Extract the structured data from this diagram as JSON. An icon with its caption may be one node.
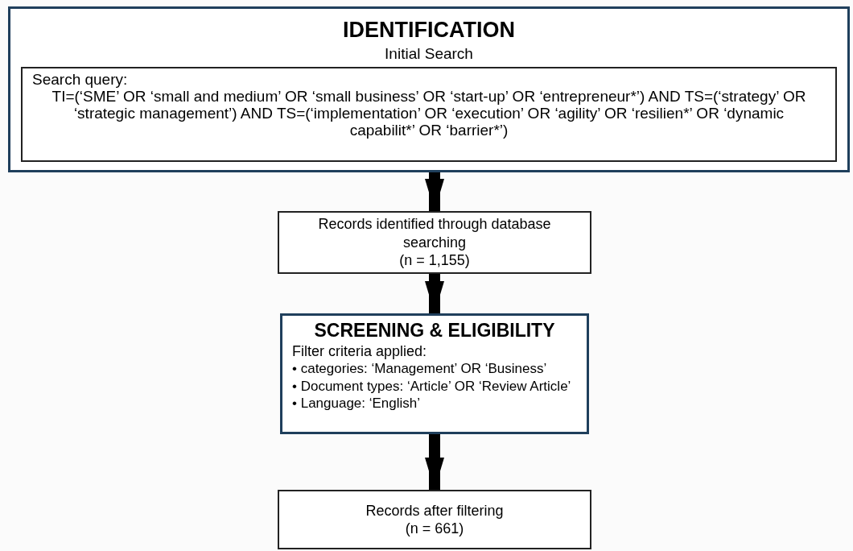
{
  "diagram": {
    "nodes": [
      {
        "text": [
          "IDENTIFICATION",
          "Initial Search"
        ]
      },
      {
        "text": [
          "Search query:",
          "TI=(‘SME’ OR ‘small and medium’ OR ‘small business’ OR ‘start-up’ OR ‘entrepreneur*’) AND TS=(‘strategy’ OR ‘strategic management’) AND TS=(‘implementation’ OR ‘execution’ OR ‘agility’ OR ‘resilien*’ OR ‘dynamic capabilit*’ OR ‘barrier*’)"
        ],
        "in": 0
      },
      {
        "text": [
          "Records identified through database searching",
          "(n = 1,155)"
        ]
      },
      {
        "text": [
          "SCREENING & ELIGIBILITY",
          "Filter criteria applied:",
          "• categories: ‘Management’ OR ‘Business’",
          "• Document types: ‘Article’ OR ‘Review Article’",
          "• Language: ‘English’"
        ]
      },
      {
        "text": [
          "Records after filtering",
          "(n = 661)"
        ]
      }
    ],
    "edges": [
      {
        "from": 0,
        "to": 2,
        "arrow": "to"
      },
      {
        "from": 2,
        "to": 3,
        "arrow": "to"
      },
      {
        "from": 3,
        "to": 4,
        "arrow": "to"
      }
    ]
  }
}
